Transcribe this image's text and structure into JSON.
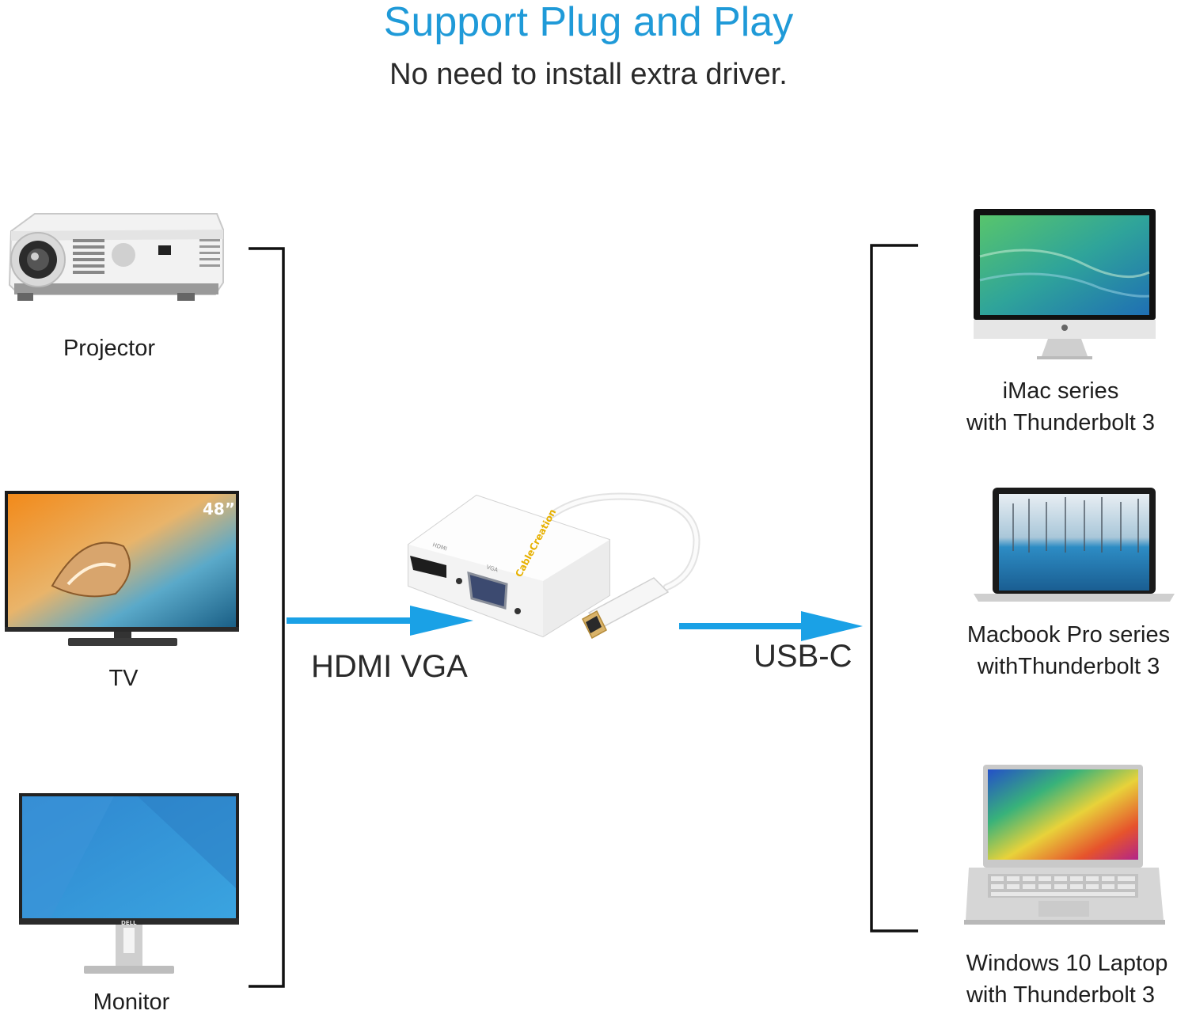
{
  "header": {
    "title": "Support Plug and Play",
    "subtitle": "No need to install extra driver."
  },
  "colors": {
    "title_blue": "#1f9ad8",
    "arrow_blue": "#1aa1e6",
    "bracket": "#111111"
  },
  "displays": [
    {
      "name": "Projector",
      "icon": "projector-icon"
    },
    {
      "name": "TV",
      "icon": "tv-icon",
      "screen_badge": "48”"
    },
    {
      "name": "Monitor",
      "icon": "monitor-icon",
      "brand": "DELL"
    }
  ],
  "adapter": {
    "brand": "CableCreation",
    "port_labels": [
      "HDMI",
      "VGA"
    ],
    "input_label": "HDMI VGA",
    "output_label": "USB-C"
  },
  "computers": [
    {
      "line1": "iMac series",
      "line2": "with Thunderbolt  3",
      "icon": "imac-icon"
    },
    {
      "line1": "Macbook Pro series",
      "line2": "withThunderbolt 3",
      "icon": "macbook-icon"
    },
    {
      "line1": "Windows 10 Laptop",
      "line2": "with Thunderbolt 3",
      "icon": "windows-laptop-icon"
    }
  ]
}
